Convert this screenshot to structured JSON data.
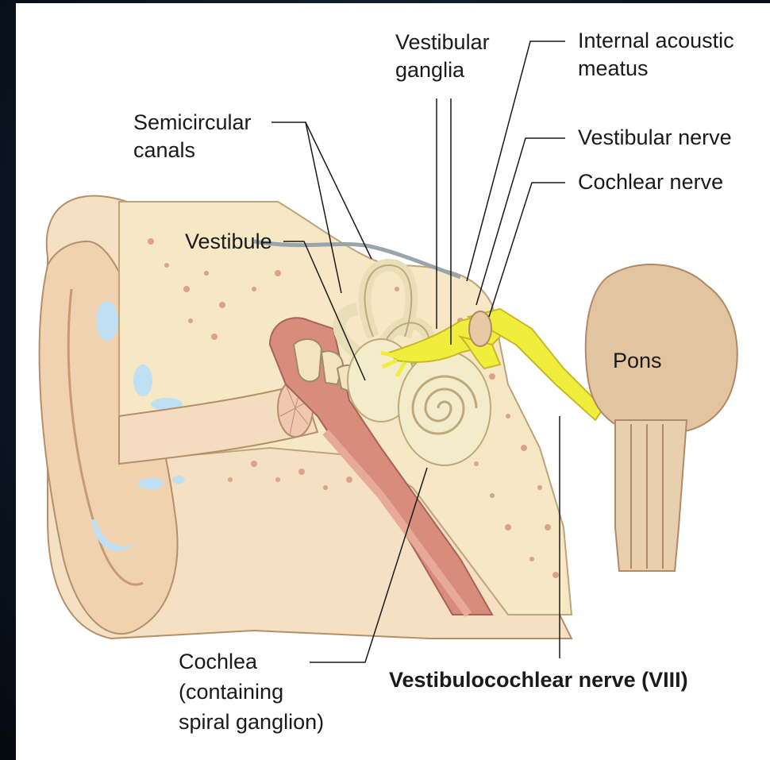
{
  "colors": {
    "background": "#0e1c2a",
    "bone": "#f6e7c2",
    "skin": "#f3dcc0",
    "canal": "#d88c7c",
    "nerve": "#f1ee3b",
    "pons": "#e2c4a0",
    "fluid": "#bfe0f2",
    "labyrinth": "#f3eccb"
  },
  "labels": {
    "semicircular_1": "Semicircular",
    "semicircular_2": "canals",
    "vestibular_ganglia_1": "Vestibular",
    "vestibular_ganglia_2": "ganglia",
    "internal_acoustic_1": "Internal acoustic",
    "internal_acoustic_2": "meatus",
    "vestibular_nerve": "Vestibular nerve",
    "cochlear_nerve": "Cochlear nerve",
    "vestibule": "Vestibule",
    "pons": "Pons",
    "cochlea_1": "Cochlea",
    "cochlea_2": "(containing",
    "cochlea_3": "spiral ganglion)",
    "vestibulocochlear": "Vestibulocochlear nerve (VIII)"
  }
}
